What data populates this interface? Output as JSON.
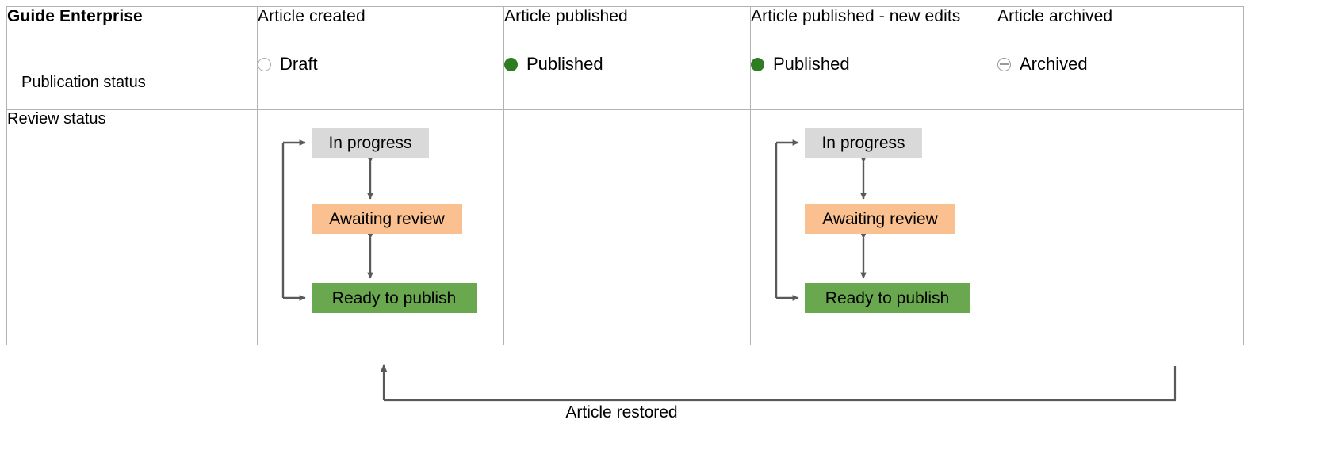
{
  "table": {
    "brand_label": "Guide Enterprise",
    "column_headers": [
      "Article created",
      "Article published",
      "Article published - new edits",
      "Article archived"
    ],
    "rows": [
      {
        "label": "Publication status",
        "cells": [
          {
            "icon": "circle-outline-icon",
            "text": "Draft"
          },
          {
            "icon": "circle-filled-green-icon",
            "text": "Published"
          },
          {
            "icon": "circle-filled-green-icon",
            "text": "Published"
          },
          {
            "icon": "circle-minus-icon",
            "text": "Archived"
          }
        ]
      },
      {
        "label": "Review status",
        "cells": [
          {
            "has_flow": true
          },
          {
            "has_flow": false
          },
          {
            "has_flow": true
          },
          {
            "has_flow": false
          }
        ]
      }
    ]
  },
  "flow": {
    "nodes": [
      {
        "id": "in-progress",
        "label": "In progress",
        "color": "#d9d9d9"
      },
      {
        "id": "awaiting-review",
        "label": "Awaiting review",
        "color": "#fac090"
      },
      {
        "id": "ready-to-publish",
        "label": "Ready to publish",
        "color": "#6aa84f"
      }
    ],
    "edges": [
      {
        "from": "in-progress",
        "to": "awaiting-review",
        "type": "bidirectional"
      },
      {
        "from": "awaiting-review",
        "to": "ready-to-publish",
        "type": "bidirectional"
      },
      {
        "from": "loop-rail",
        "to": "in-progress",
        "type": "directed"
      },
      {
        "from": "loop-rail",
        "to": "ready-to-publish",
        "type": "directed"
      }
    ]
  },
  "restored": {
    "label": "Article restored",
    "from_column": "Article archived",
    "to_column": "Article created"
  },
  "colors": {
    "header_background": "#f2f2f2",
    "row_label_background": "#f2f2f2",
    "cell_background": "#ffffff",
    "border": "#b3b3b3",
    "published_dot": "#2e7d22",
    "draft_dot_border": "#b0b0b0",
    "archived_dot_border": "#9a9a9a",
    "node_in_progress": "#d9d9d9",
    "node_awaiting_review": "#fac090",
    "node_ready_to_publish": "#6aa84f",
    "connector": "#595959",
    "text": "#000000"
  }
}
